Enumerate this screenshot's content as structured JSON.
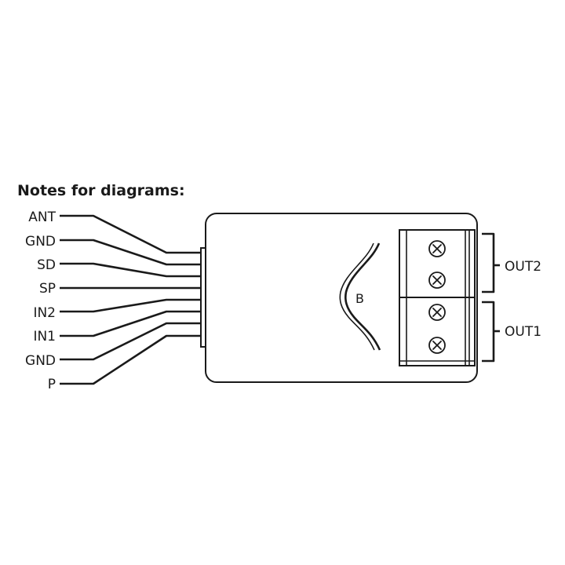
{
  "heading": "Notes for diagrams:",
  "wires": [
    {
      "label": "ANT"
    },
    {
      "label": "GND"
    },
    {
      "label": "SD"
    },
    {
      "label": "SP"
    },
    {
      "label": "IN2"
    },
    {
      "label": "IN1"
    },
    {
      "label": "GND"
    },
    {
      "label": "P"
    }
  ],
  "spring_label": "B",
  "outputs": [
    {
      "label": "OUT2"
    },
    {
      "label": "OUT1"
    }
  ]
}
